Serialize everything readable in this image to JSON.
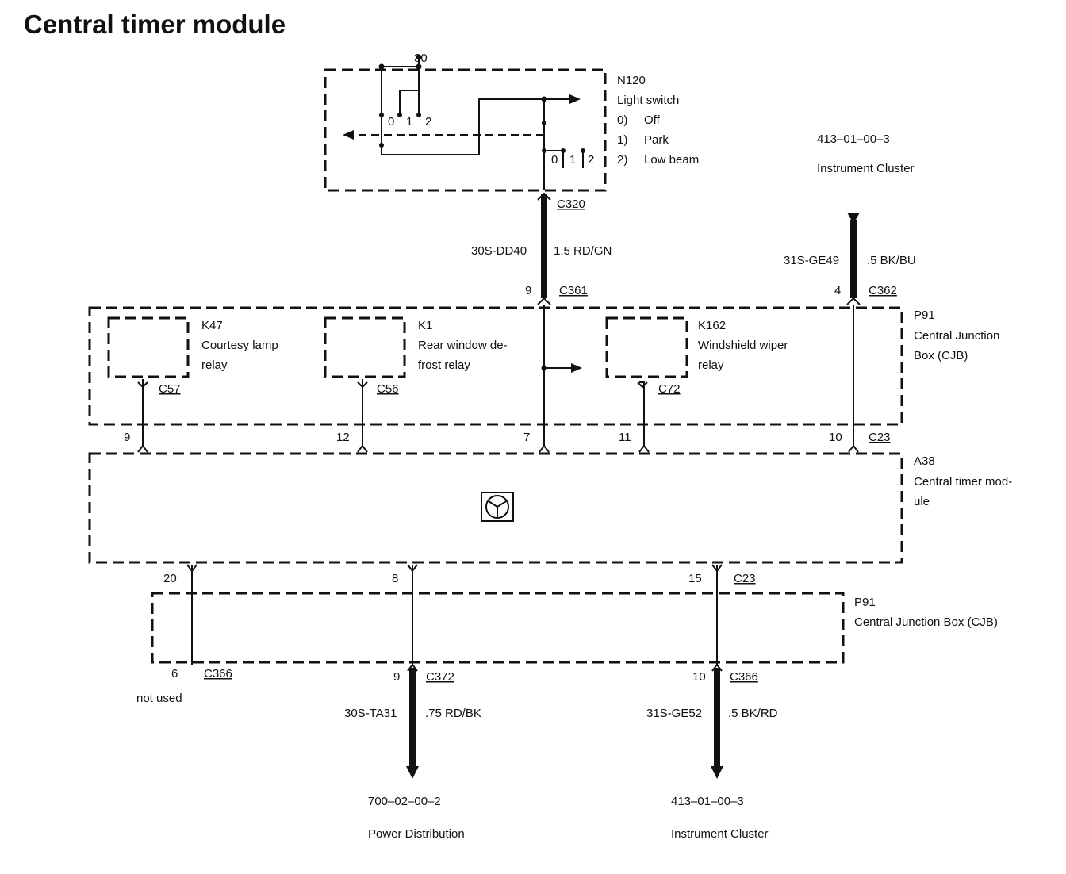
{
  "title": "Central timer module",
  "light_switch": {
    "id": "N120",
    "name": "Light switch",
    "terminal_label": "30",
    "positions": [
      {
        "num": "0)",
        "label": "Off"
      },
      {
        "num": "1)",
        "label": "Park"
      },
      {
        "num": "2)",
        "label": "Low beam"
      }
    ],
    "contact_labels_a": [
      "0",
      "1",
      "2"
    ],
    "contact_labels_b": [
      "0",
      "1",
      "2"
    ]
  },
  "top_connector": {
    "name": "C320",
    "circuit": "30S-DD40",
    "wire": "1.5 RD/GN",
    "pin": "9",
    "cjb_connector": "C361"
  },
  "top_right_ref": {
    "code": "413–01–00–3",
    "name": "Instrument Cluster",
    "circuit": "31S-GE49",
    "wire": ".5 BK/BU",
    "pin": "4",
    "connector": "C362"
  },
  "cjb_top": {
    "id": "P91",
    "line1": "Central Junction",
    "line2": "Box (CJB)"
  },
  "relays": [
    {
      "id": "K47",
      "line1": "Courtesy lamp",
      "line2": "relay",
      "connector": "C57",
      "pin": "9"
    },
    {
      "id": "K1",
      "line1": "Rear window de-",
      "line2": "frost relay",
      "connector": "C56",
      "pin": "12"
    },
    {
      "id": "K162",
      "line1": "Windshield wiper",
      "line2": "relay",
      "connector": "C72",
      "pin": "11"
    }
  ],
  "center_pin": "7",
  "right_pin": "10",
  "module_connector": "C23",
  "module": {
    "id": "A38",
    "line1": "Central timer mod-",
    "line2": "ule"
  },
  "lower_pins": [
    {
      "pin": "20"
    },
    {
      "pin": "8"
    },
    {
      "pin": "15",
      "connector": "C23"
    }
  ],
  "cjb_bottom": {
    "id": "P91",
    "name": "Central Junction Box (CJB)"
  },
  "outputs": [
    {
      "pin": "6",
      "connector": "C366",
      "note": "not used"
    },
    {
      "pin": "9",
      "connector": "C372",
      "circuit": "30S-TA31",
      "wire": ".75 RD/BK",
      "ref_code": "700–02–00–2",
      "ref_name": "Power Distribution"
    },
    {
      "pin": "10",
      "connector": "C366",
      "circuit": "31S-GE52",
      "wire": ".5 BK/RD",
      "ref_code": "413–01–00–3",
      "ref_name": "Instrument Cluster"
    }
  ]
}
